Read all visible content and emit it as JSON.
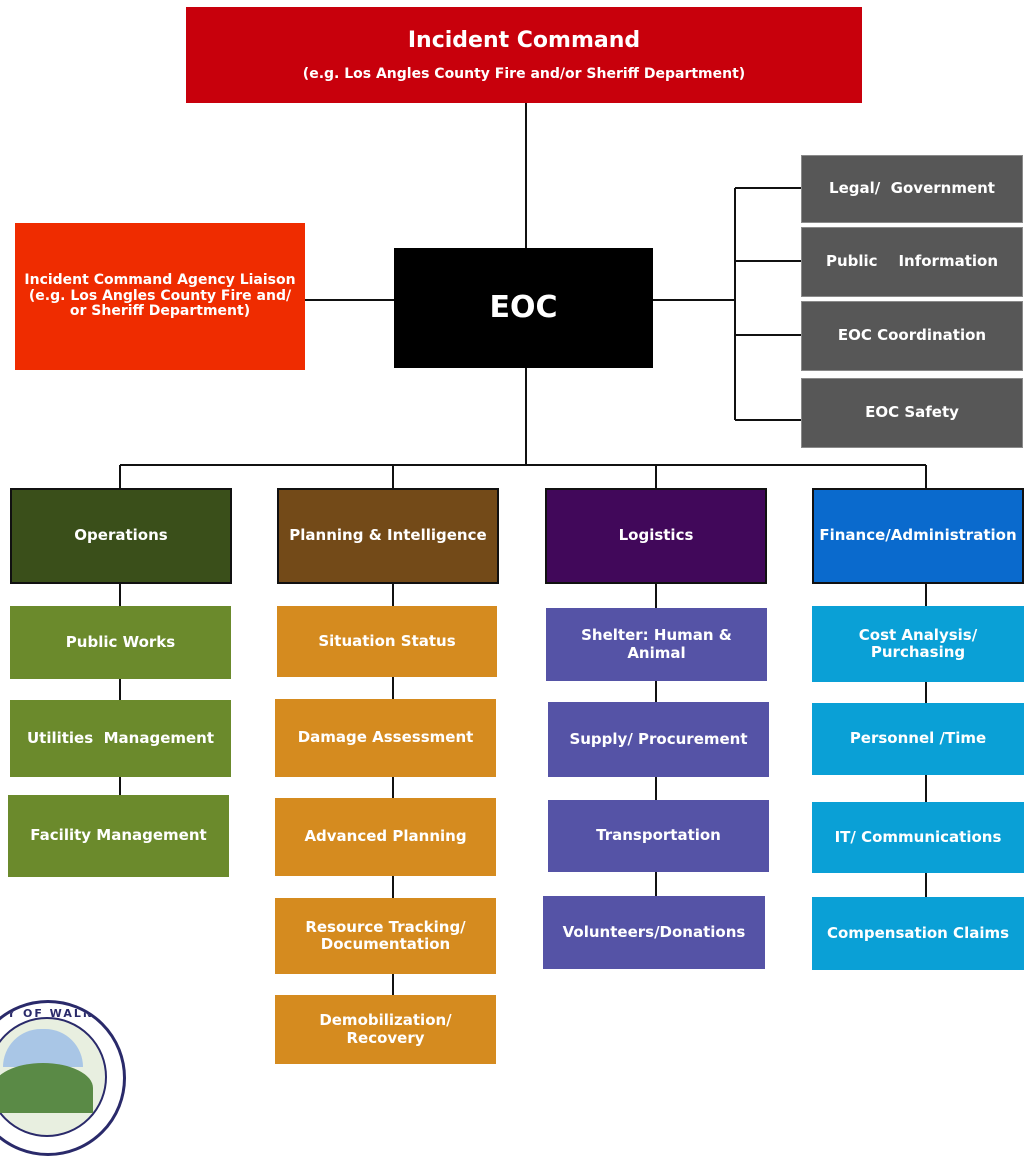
{
  "incident_command": {
    "title": "Incident Command",
    "subtitle": "(e.g. Los Angles County Fire and/or Sheriff Department)"
  },
  "liaison": {
    "lines": [
      "Incident Command Agency Liaison",
      "(e.g. Los Angles County Fire and/",
      "or Sheriff Department)"
    ]
  },
  "eoc": {
    "label": "EOC"
  },
  "staff": [
    "Legal/  Government",
    "Public    Information",
    "EOC Coordination",
    "EOC Safety"
  ],
  "sections": [
    {
      "name": "Operations",
      "children": [
        [
          "Public Works"
        ],
        [
          "Utilities  Management"
        ],
        [
          "Facility Management"
        ]
      ]
    },
    {
      "name": "Planning & Intelligence",
      "children": [
        [
          "Situation Status"
        ],
        [
          "Damage Assessment"
        ],
        [
          "Advanced Planning"
        ],
        [
          "Resource Tracking/",
          "Documentation"
        ],
        [
          "Demobilization/ Recovery"
        ]
      ]
    },
    {
      "name": "Logistics",
      "children": [
        [
          "Shelter: Human & Animal"
        ],
        [
          "Supply/ Procurement"
        ],
        [
          "Transportation"
        ],
        [
          "Volunteers/Donations"
        ]
      ]
    },
    {
      "name": "Finance/Administration",
      "children": [
        [
          "Cost Analysis/ Purchasing"
        ],
        [
          "Personnel /Time"
        ],
        [
          "IT/ Communications"
        ],
        [
          "Compensation Claims"
        ]
      ]
    }
  ],
  "seal": {
    "text": "CITY OF WALNUT"
  },
  "colors": {
    "incident_command": "#c8000c",
    "liaison": "#ef2c00",
    "eoc": "#000000",
    "staff": "#575757",
    "operations": "#3a4f1a",
    "operations_units": "#6b8a2c",
    "planning": "#734a18",
    "planning_units": "#d58b1f",
    "logistics": "#41085a",
    "logistics_units": "#5553a6",
    "finance": "#0a6acd",
    "finance_units": "#0aa0d6"
  }
}
